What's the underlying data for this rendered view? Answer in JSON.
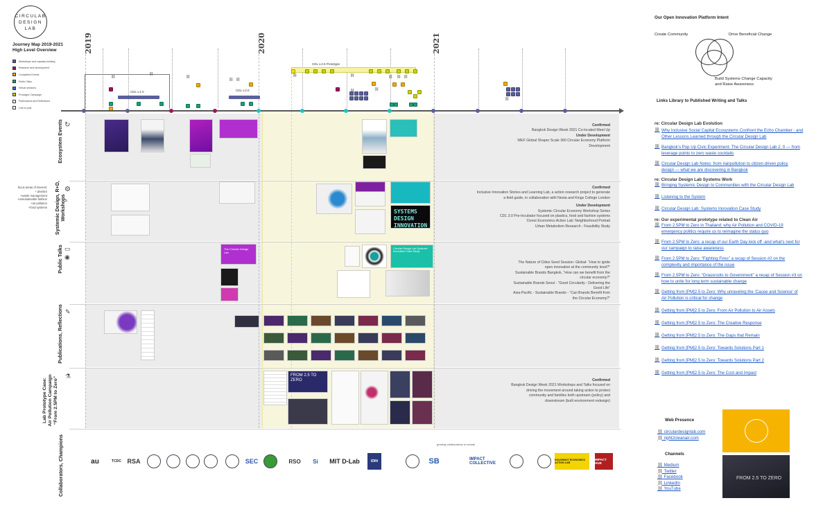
{
  "logo": {
    "line1": "CIRCULAB",
    "line2": "DESIGN",
    "line3": "LAB"
  },
  "journey": {
    "title_line1": "Journey Map 2019-2021",
    "title_line2": "High Level Overview"
  },
  "legend": [
    {
      "label": "Workshops and capacity building",
      "color": "#5a5f9c"
    },
    {
      "label": "Research and development",
      "color": "#a0145a"
    },
    {
      "label": "Completed Events",
      "color": "#f2a900"
    },
    {
      "label": "Public Talks",
      "color": "#1aa07a"
    },
    {
      "label": "Virtual sessions",
      "color": "#3a6fc4"
    },
    {
      "label": "Prototype Campaign",
      "color": "#c8d400"
    },
    {
      "label": "Publications and Reflections",
      "color": "#ffffff"
    },
    {
      "label": "Link to post",
      "color": "#ffffff"
    }
  ],
  "focus": {
    "line1": "focus areas of interest:",
    "line2": "+ plastics",
    "line3": "+waste management",
    "line4": "+unsustainable fashion",
    "line5": "+air pollution",
    "line6": "+food systems"
  },
  "years": [
    "2019",
    "2020",
    "2021"
  ],
  "programs": {
    "cdl1": "CDL v.1.0",
    "cdl2": "CDL v.2.0",
    "cdl25": "CDL v.2.5 Prototype"
  },
  "rows": [
    {
      "label": "Ecosystem Events"
    },
    {
      "label": "Systemic Design, R+D, Workshops"
    },
    {
      "label": "Public Talks"
    },
    {
      "label": "Publications, Reflections"
    },
    {
      "label_l1": "Lab Prototype Case:",
      "label_l2": "Air Pollution Campaign",
      "label_l3": "“From 2.5PM to Zero”"
    },
    {
      "label": "Collaborators, Champions"
    }
  ],
  "row_icons": [
    "refresh-icon",
    "gear-icon",
    "monitor-icon",
    "pencil-icon",
    "flask-icon"
  ],
  "ecosystem": {
    "confirmed": "Confirmed",
    "c1": "Bangkok Design Week 2021 Co-located Meet Up",
    "under": "Under Development",
    "u1": "WEF Global Shaper Scale 360 Circular Economy Platform",
    "u2": "Development"
  },
  "systemic": {
    "confirmed": "Confirmed",
    "c1": "Inclusive Innovation Stories and Learning Lab, a action research project to generate",
    "c2": "a field guide, in collaboration with Nesta and Kings College London",
    "under": "Under Development",
    "u1": "Systemic Circular Economy Workshop Series",
    "u2": "CDL 3.0 Pre-Incubator focused on plastics, food and fashion systems",
    "u3": "Donut Economics Action Lab: Neighborhood Portrait",
    "u4": "Urban Metabolism Research - Feasibility Study"
  },
  "talks": {
    "t1": "The Nature of Cities Seed Session- Global- “How to ignite",
    "t2": "open innovation at the community level?”",
    "t3": "Sustainable Brands Bangkok, “How can we benefit from the",
    "t4": "circular economy?”",
    "t5": "Sustainable Brands Seoul - “Good Circularity - Delivering the",
    "t6": "Good Life”",
    "t7": "Asia-Pacific - Sustainable  Brands - “Can Brands  Benefit from",
    "t8": "the Circular Economy?”"
  },
  "campaign": {
    "confirmed": "Confirmed",
    "c1": "Bangkok Design Week 2021 Workshops and Talks focused on",
    "c2": "driving the movement around taking action to protect",
    "c3": "community and families both upstream (policy) and",
    "c4": "downstream (built environment redesign)"
  },
  "thumbs": {
    "from25": "FROM 2.5 TO ZERO",
    "systems": "SYSTEMS DESIGN INNOVATION",
    "circular_lab": "The Circular Design Lab",
    "circular_lab2": "Circular Design Lab Systemic Innovation Case Study"
  },
  "collab_note": "growing collaborations to include",
  "collaborators": [
    "au",
    "TCDC",
    "RSA",
    "",
    "",
    "",
    "",
    "",
    "SEC",
    "",
    "RSO",
    "Si",
    "MIT D-Lab",
    "IDIN",
    "",
    "SB",
    "IMPACT COLLECTIVE",
    "",
    "",
    "DOUGHNUT ECONOMICS ACTION LAB",
    "IMPACT HUB"
  ],
  "intent": {
    "title": "Our Open Innovation Platform Intent",
    "create": "Create Community",
    "drive": "Drive Beneficial Change",
    "build1": "Build Systems Change Capacity",
    "build2": "and Raise Awareness"
  },
  "library": {
    "title": "Links Library to Published Writing and Talks",
    "sec1": "re: Circular Design Lab Evolution",
    "l1a": "Why Inclusive Social Capital Ecosystems Confront the Echo Chamber - and",
    "l1b": "Other Lessons Learned through the Circular Design Lab",
    "l2a": "Bangkok’s Pop Up Civic Experiment: The Circular Design Lab 2. 0 — from",
    "l2b": "leverage points to zero waste cocktails",
    "l3a": "Circular Design Lab Notes: from #airpollution to citizen driven policy",
    "l3b": "design — what we are discovering in Bangkok",
    "sec2": "re: Circular Design Lab Systems Work",
    "l4": "Bringing Systemic Design to Communities with the Circular Design Lab",
    "l5": "Listening to the System",
    "l6": "Circular Design Lab: Systems Innovation Case Study",
    "sec3": "re: Our experimental prototype related to Clean Air",
    "l7a": "From 2.5PM to Zero in Thailand: why Air Pollution and COVID-19",
    "l7b": "emergency politics require us to reimagine the status quo",
    "l8a": "From 2.5PM to Zero: a recap of our Earth Day kick off -and what’s next for",
    "l8b": "our campaign to raise awareness",
    "l9a": "From 2.5PM to Zero: “Fighting Fires” a recap of Session #2 on the",
    "l9b": "complexity and importance of the issue",
    "l10a": "From 2.5PM to Zero: “Grassroots to Government” a recap of Session #3 on",
    "l10b": "how to unite for long term sustainable change",
    "l11a": "Getting from [PM]2.5 to Zero: Why unraveling the ‘Cause and Science’ of",
    "l11b": "Air Pollution is critical for change",
    "l12": "Getting from [PM]2.5 to Zero: From Air Pollution to Air Assets",
    "l13": "Getting from [PM]2.5 to Zero: The Creative Response",
    "l14": "Getting from [PM]2.5 to Zero: The Gaps that Remain",
    "l15": "Getting from [PM]2.5 to Zero: Towards Solutions Part 1",
    "l16": "Getting from [PM]2.5 to Zero: Towards Solutions Part 2",
    "l17": "Getting from [PM]2.5 to Zero: The Cost and Impact"
  },
  "web": {
    "title": "Web Presence",
    "site1": "circulardesignlab.com",
    "site2": "right2cleanair.com",
    "channels_title": "Channels",
    "channels": [
      "Medium",
      "Twitter",
      "Facebook",
      "LinkedIn",
      "YouTube"
    ]
  },
  "colors": {
    "purple": "#5a5f9c",
    "magenta": "#a0145a",
    "orange": "#f2a900",
    "green": "#1aa07a",
    "teal": "#18c7c0",
    "lime": "#c8d400",
    "yellow": "#f7e300",
    "band": "#ececec"
  }
}
